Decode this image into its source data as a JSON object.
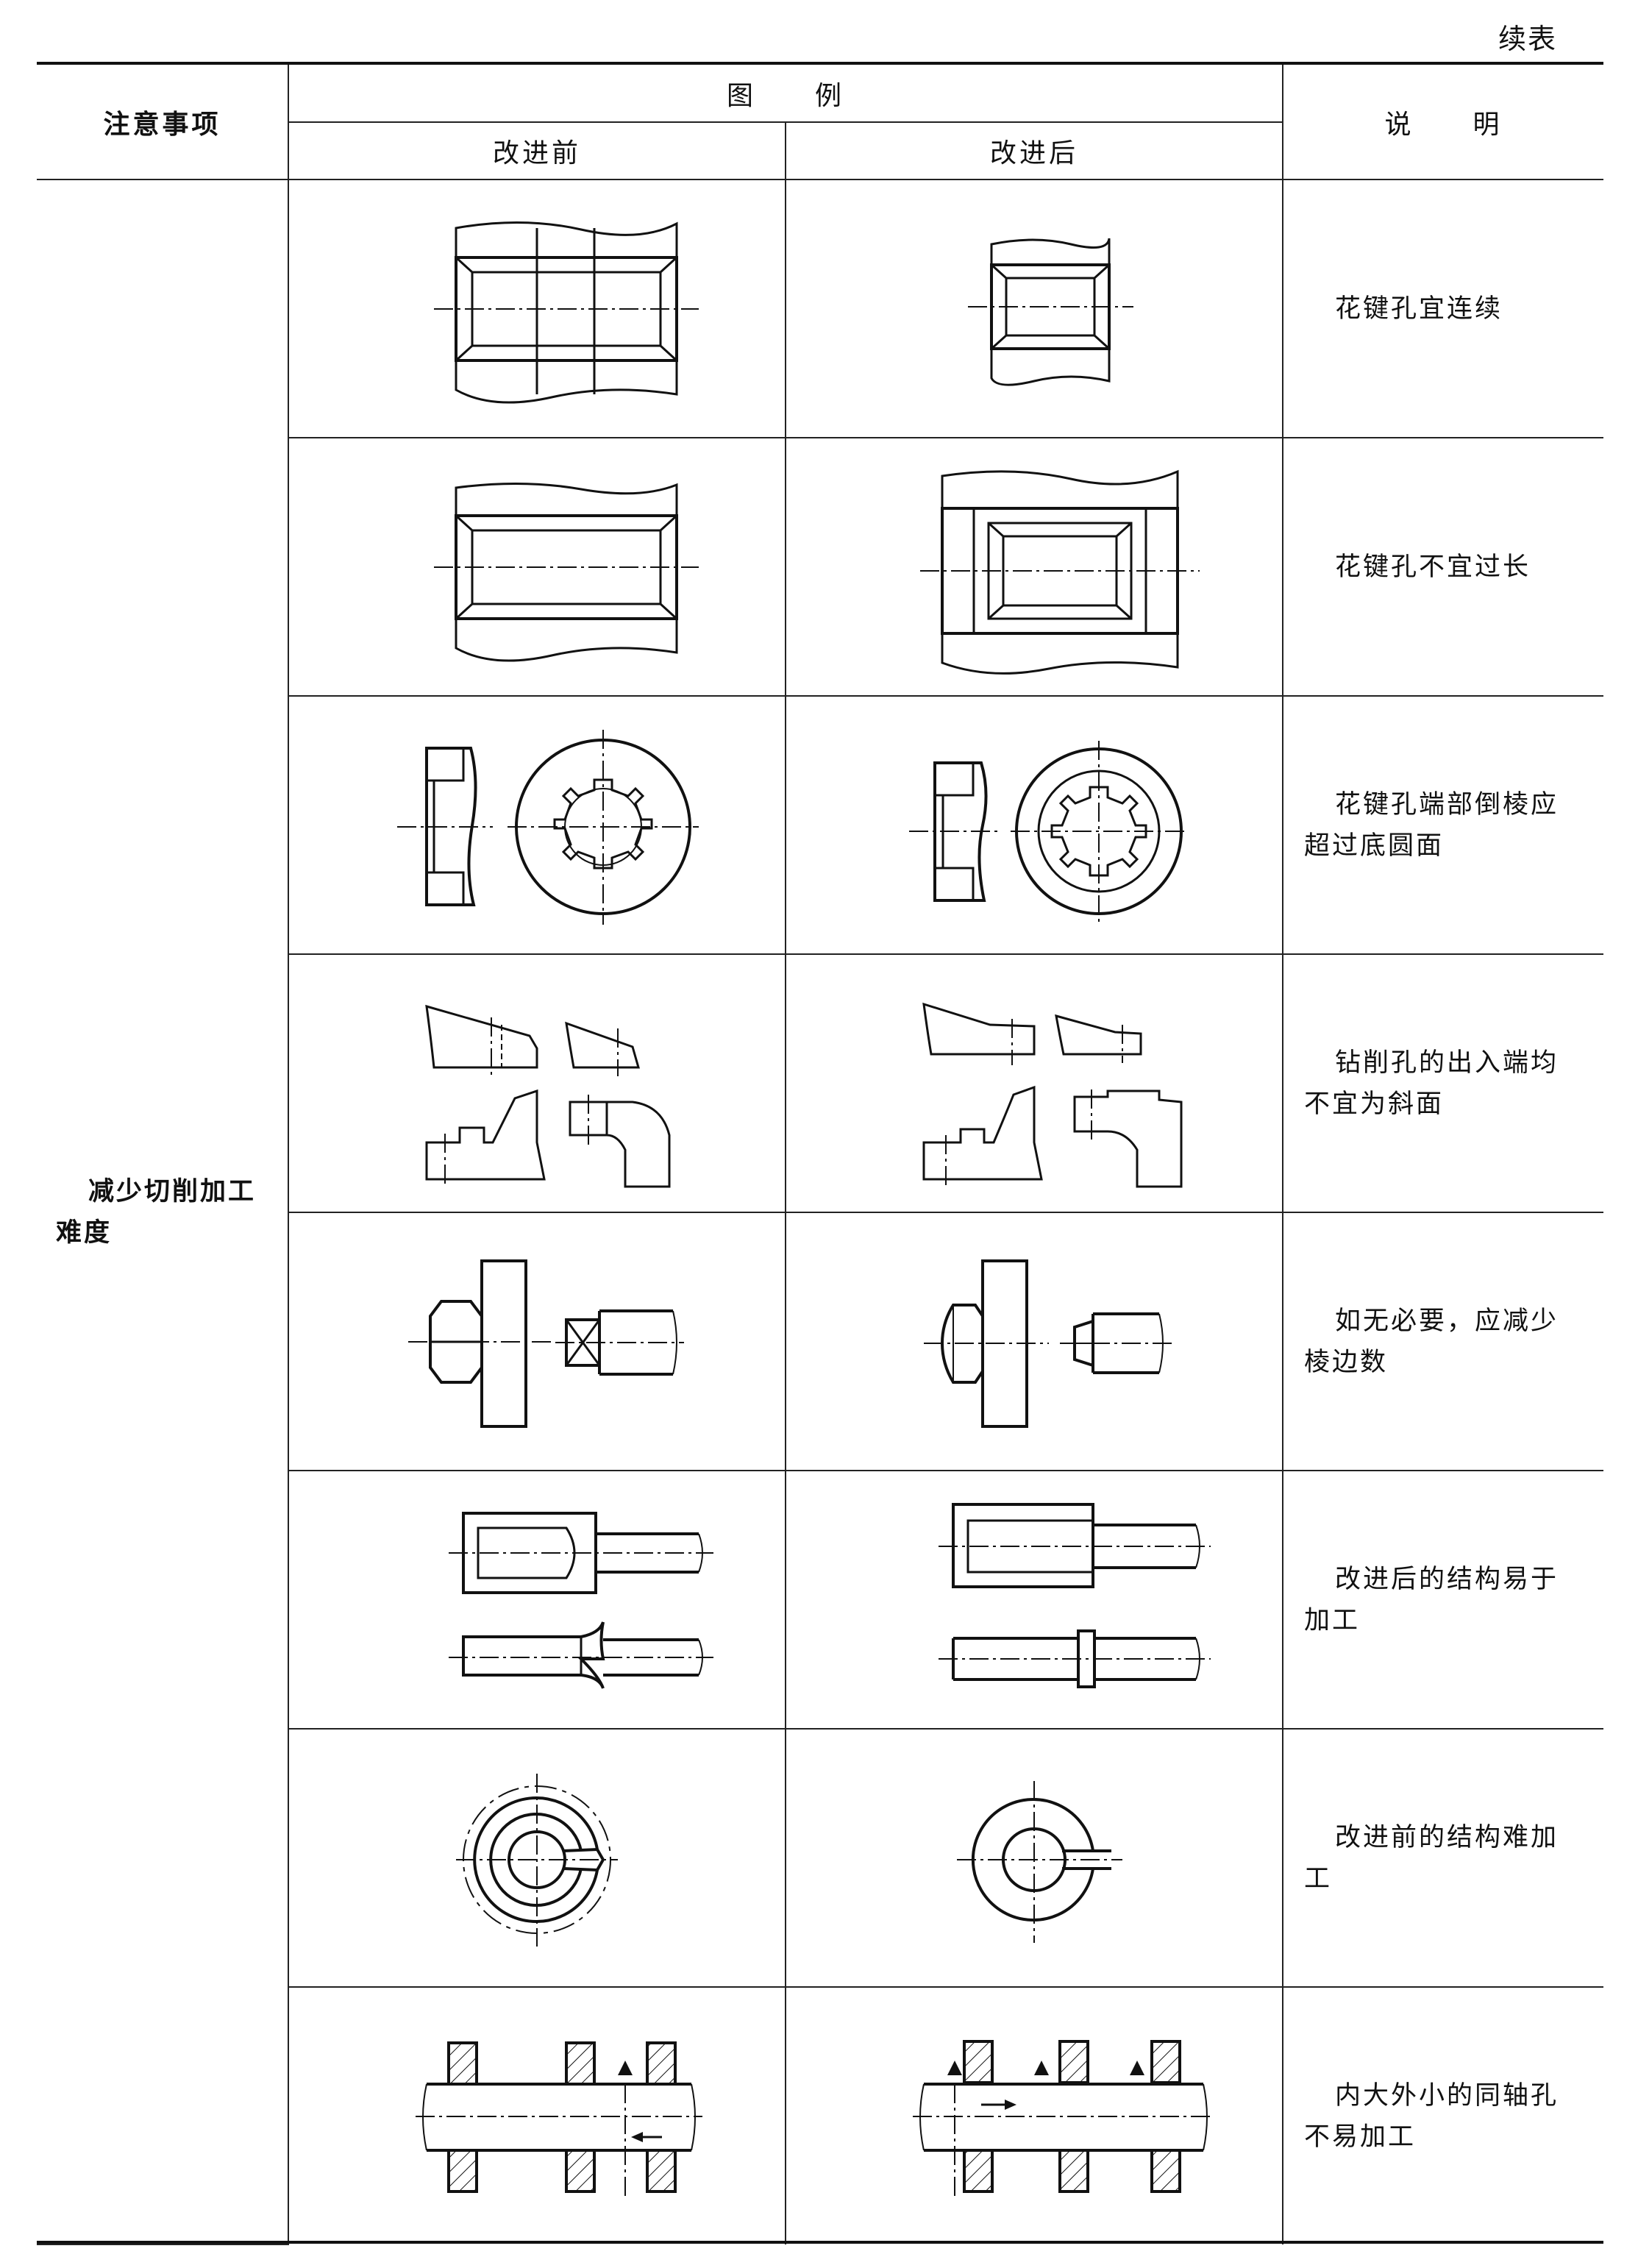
{
  "continued_label": "续表",
  "header": {
    "col_topic": "注意事项",
    "col_figure": "图　　例",
    "col_before": "改进前",
    "col_after": "改进后",
    "col_note": "说　　明"
  },
  "topic": "减少切削加工难度",
  "rows": [
    {
      "note": "花键孔宜连续",
      "before_icon": "interrupted-spline-hole-drawing",
      "after_icon": "continuous-spline-hole-drawing"
    },
    {
      "note": "花键孔不宜过长",
      "before_icon": "long-spline-hole-drawing",
      "after_icon": "relieved-spline-hole-drawing"
    },
    {
      "note": "花键孔端部倒棱应超过底圆面",
      "before_icon": "spline-chamfer-small-drawing",
      "after_icon": "spline-chamfer-large-drawing"
    },
    {
      "note": "钻削孔的出入端均不宜为斜面",
      "before_icon": "drill-inclined-surface-drawing",
      "after_icon": "drill-flat-surface-drawing"
    },
    {
      "note": "如无必要，应减少棱边数",
      "before_icon": "square-head-drawing",
      "after_icon": "fewer-edges-head-drawing"
    },
    {
      "note": "改进后的结构易于加工",
      "before_icon": "closed-slot-shaft-drawing",
      "after_icon": "open-slot-shaft-drawing"
    },
    {
      "note": "改进前的结构难加工",
      "before_icon": "internal-groove-ring-drawing",
      "after_icon": "plain-slotted-ring-drawing"
    },
    {
      "note": "内大外小的同轴孔不易加工",
      "before_icon": "coaxial-holes-inner-large-drawing",
      "after_icon": "coaxial-holes-outer-large-drawing"
    }
  ]
}
